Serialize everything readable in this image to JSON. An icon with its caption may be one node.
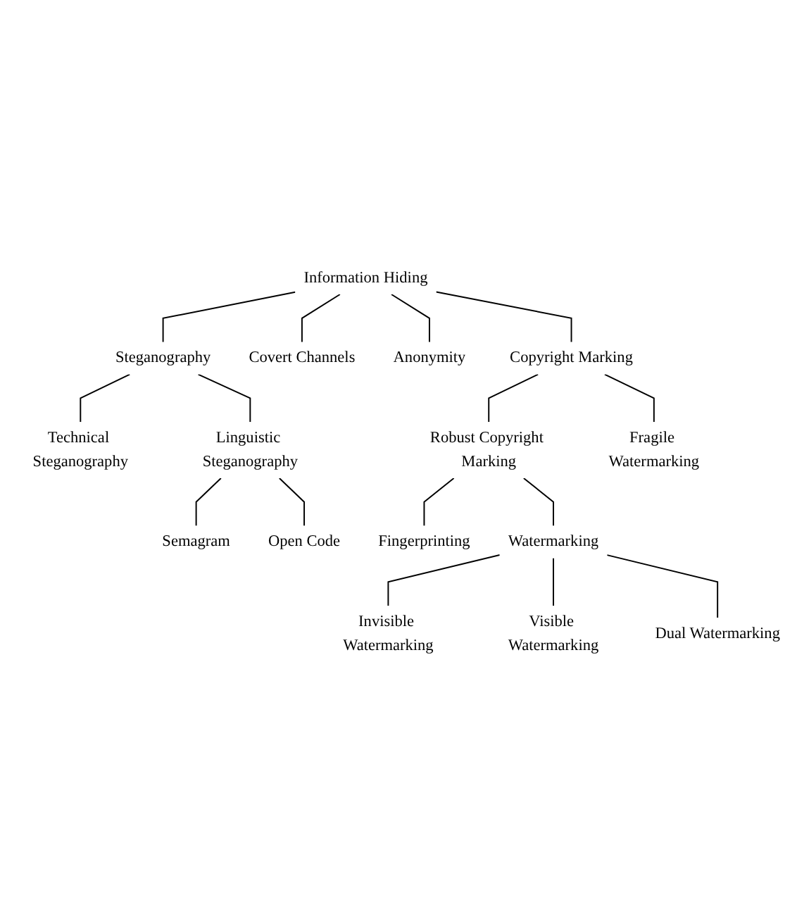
{
  "diagram": {
    "nodes": [
      {
        "text": [
          "Information Hiding"
        ]
      },
      {
        "text": [
          "Steganography"
        ]
      },
      {
        "text": [
          "Covert Channels"
        ]
      },
      {
        "text": [
          "Anonymity"
        ]
      },
      {
        "text": [
          "Copyright Marking"
        ]
      },
      {
        "text": [
          "Technical Steganography"
        ]
      },
      {
        "text": [
          "Linguistic Steganography"
        ]
      },
      {
        "text": [
          "Robust Copyright Marking"
        ]
      },
      {
        "text": [
          "Fragile Watermarking"
        ]
      },
      {
        "text": [
          "Semagram"
        ]
      },
      {
        "text": [
          "Open Code"
        ]
      },
      {
        "text": [
          "Fingerprinting"
        ]
      },
      {
        "text": [
          "Watermarking"
        ]
      },
      {
        "text": [
          "Invisible Watermarking"
        ]
      },
      {
        "text": [
          "Visible Watermarking"
        ]
      },
      {
        "text": [
          "Dual Watermarking"
        ]
      }
    ],
    "edges": [
      {
        "from": 0,
        "to": 1,
        "arrow": "none"
      },
      {
        "from": 0,
        "to": 2,
        "arrow": "none"
      },
      {
        "from": 0,
        "to": 3,
        "arrow": "none"
      },
      {
        "from": 0,
        "to": 4,
        "arrow": "none"
      },
      {
        "from": 1,
        "to": 5,
        "arrow": "none"
      },
      {
        "from": 1,
        "to": 6,
        "arrow": "none"
      },
      {
        "from": 4,
        "to": 7,
        "arrow": "none"
      },
      {
        "from": 4,
        "to": 8,
        "arrow": "none"
      },
      {
        "from": 6,
        "to": 9,
        "arrow": "none"
      },
      {
        "from": 6,
        "to": 10,
        "arrow": "none"
      },
      {
        "from": 7,
        "to": 11,
        "arrow": "none"
      },
      {
        "from": 7,
        "to": 12,
        "arrow": "none"
      },
      {
        "from": 12,
        "to": 13,
        "arrow": "none"
      },
      {
        "from": 12,
        "to": 14,
        "arrow": "none"
      },
      {
        "from": 12,
        "to": 15,
        "arrow": "none"
      }
    ]
  }
}
